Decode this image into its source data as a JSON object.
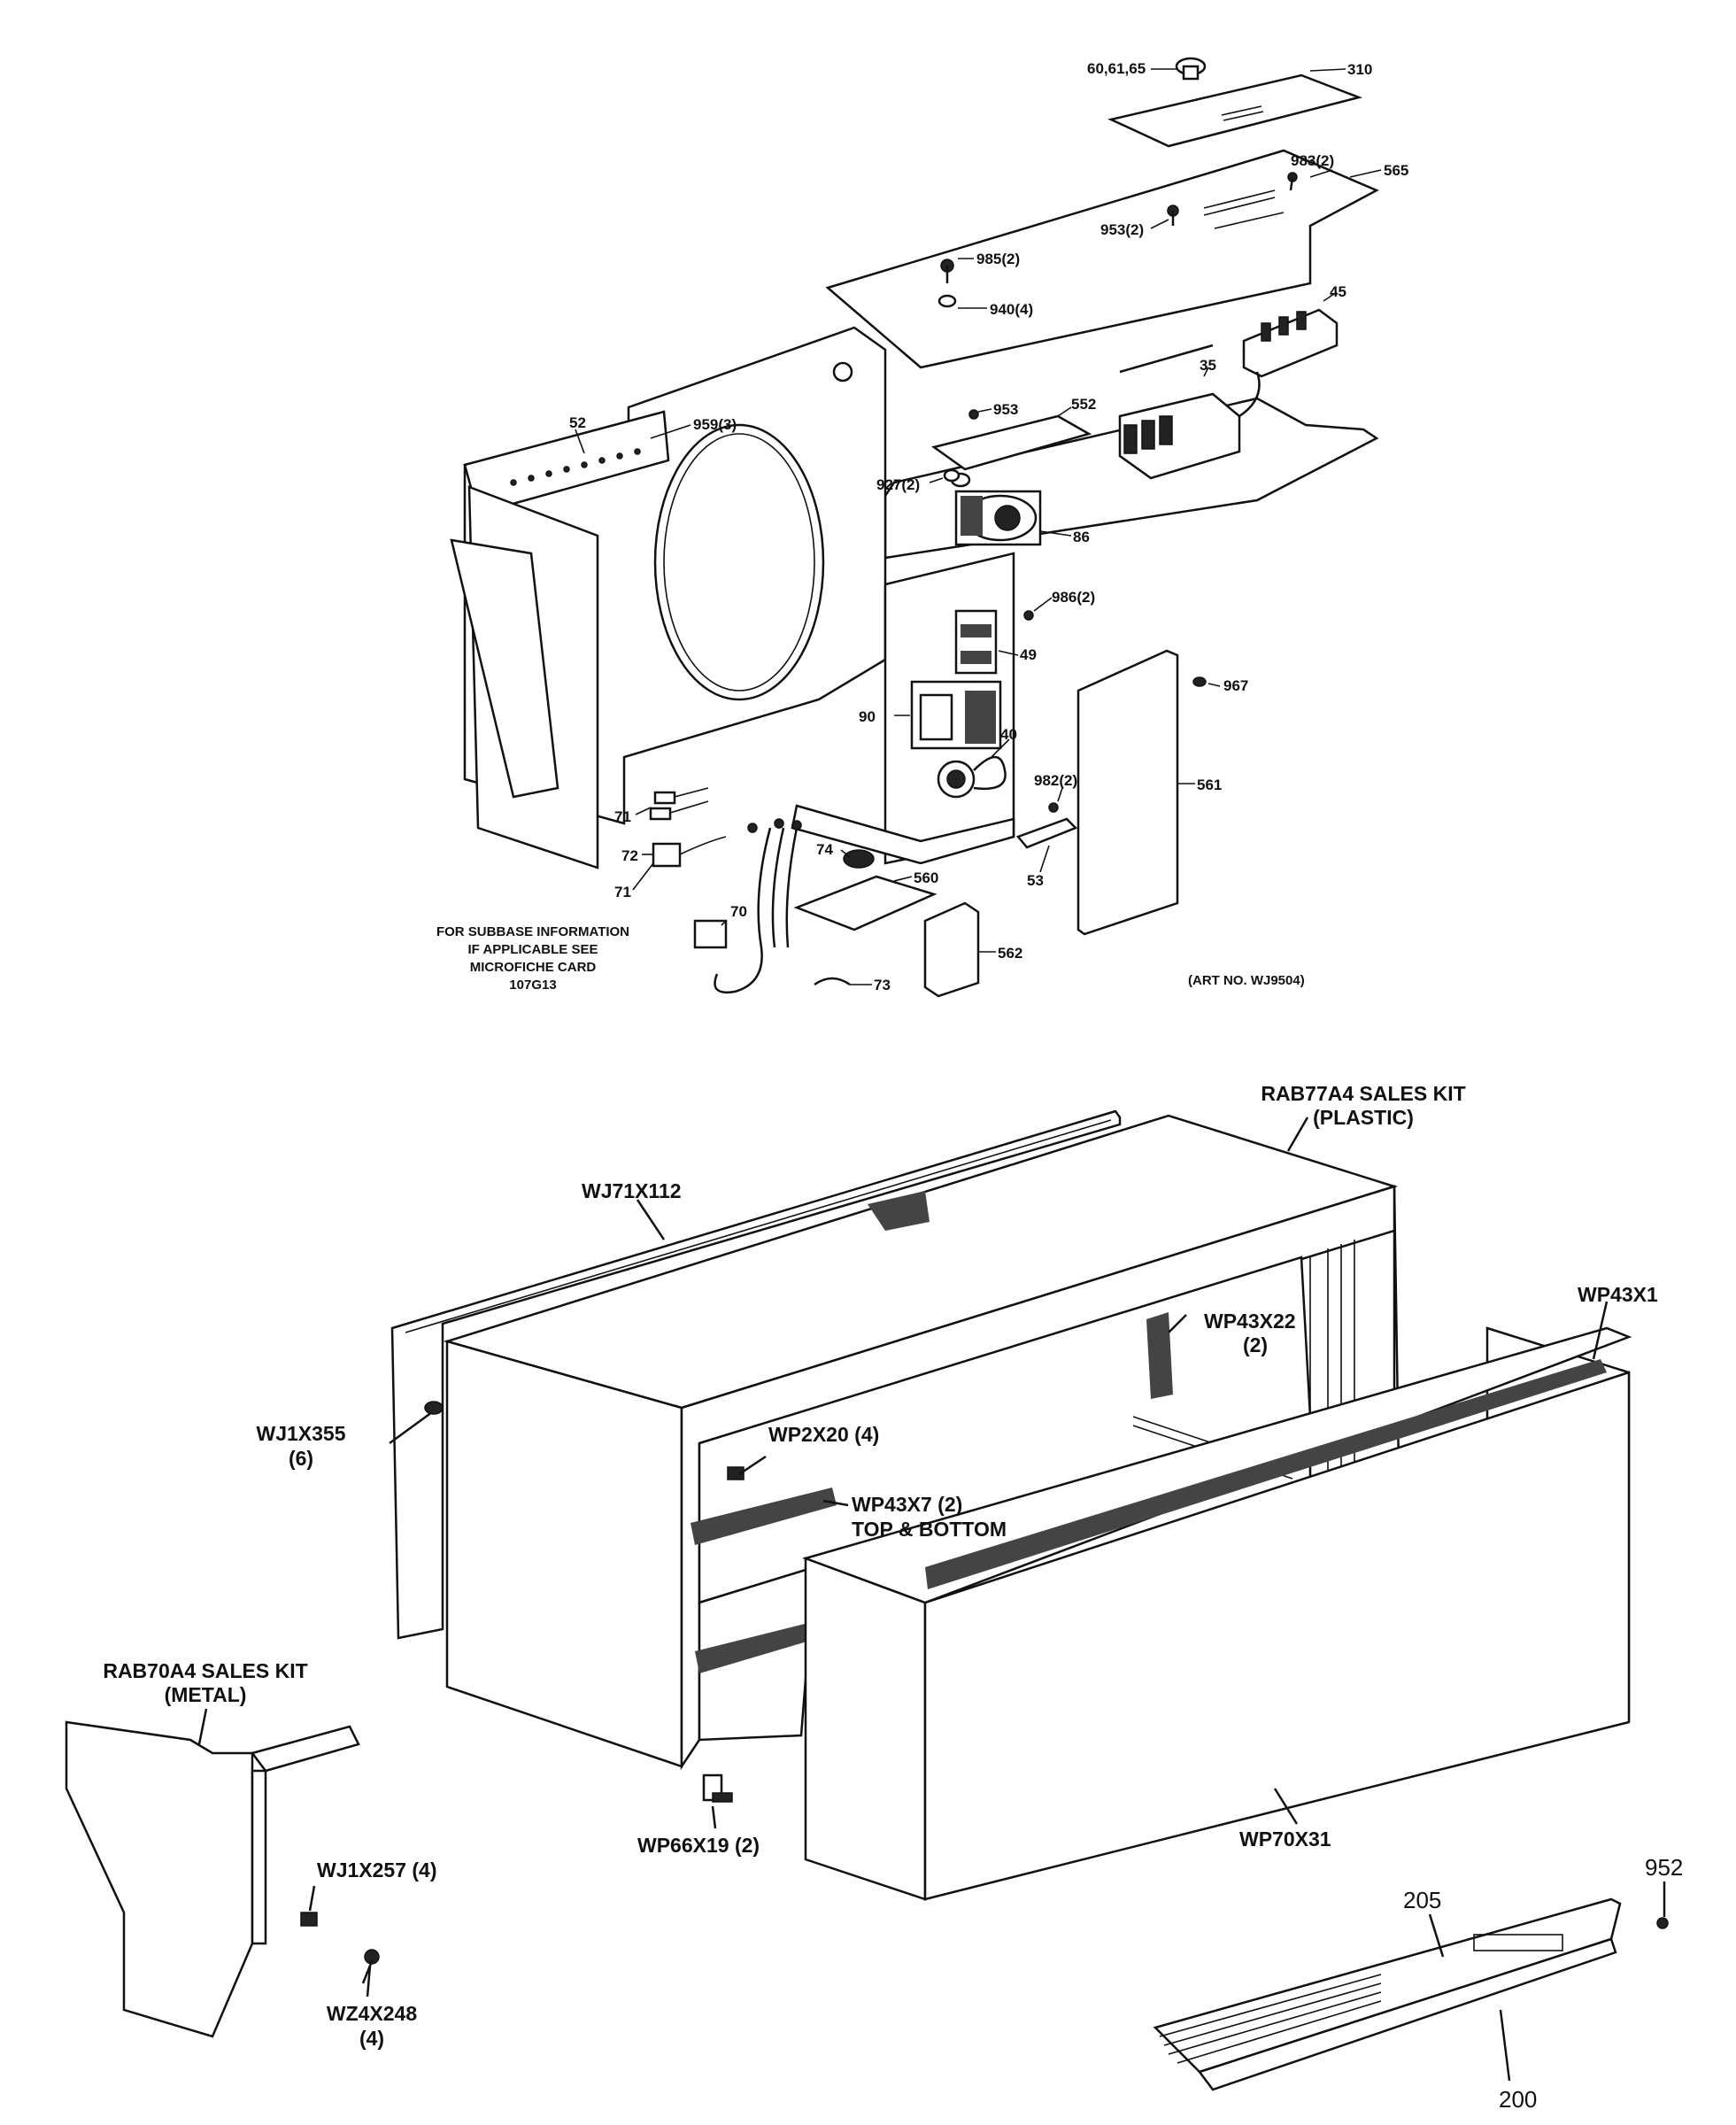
{
  "upper_diagram": {
    "labels": {
      "p60": "60,61,65",
      "p310": "310",
      "p983": "983(2)",
      "p565": "565",
      "p953a": "953(2)",
      "p985": "985(2)",
      "p940": "940(4)",
      "p45": "45",
      "p35": "35",
      "p52": "52",
      "p959": "959(3)",
      "p953b": "953",
      "p552": "552",
      "p927": "927(2)",
      "p86": "86",
      "p986": "986(2)",
      "p49": "49",
      "p967": "967",
      "p90": "90",
      "p40": "40",
      "p982": "982(2)",
      "p561": "561",
      "p71a": "71",
      "p72": "72",
      "p71b": "71",
      "p74": "74",
      "p560": "560",
      "p53": "53",
      "p70": "70",
      "p562": "562",
      "p73": "73"
    },
    "note": [
      "FOR SUBBASE INFORMATION",
      "IF APPLICABLE SEE",
      "MICROFICHE CARD",
      "107G13"
    ],
    "art_no": "(ART NO. WJ9504)"
  },
  "lower_diagram": {
    "labels": {
      "rab77_1": "RAB77A4 SALES KIT",
      "rab77_2": "(PLASTIC)",
      "wj71": "WJ71X112",
      "wp43x22_1": "WP43X22",
      "wp43x22_2": "(2)",
      "wp43x1": "WP43X1",
      "wj1x355_1": "WJ1X355",
      "wj1x355_2": "(6)",
      "wp2x20": "WP2X20 (4)",
      "wp43x7_1": "WP43X7 (2)",
      "wp43x7_2": "TOP & BOTTOM",
      "rab70_1": "RAB70A4 SALES KIT",
      "rab70_2": "(METAL)",
      "wj1x257": "WJ1X257 (4)",
      "wz4x248_1": "WZ4X248",
      "wz4x248_2": "(4)",
      "wp66x19": "WP66X19 (2)",
      "wp70x31": "WP70X31",
      "p952": "952",
      "p205": "205",
      "p200": "200"
    }
  }
}
